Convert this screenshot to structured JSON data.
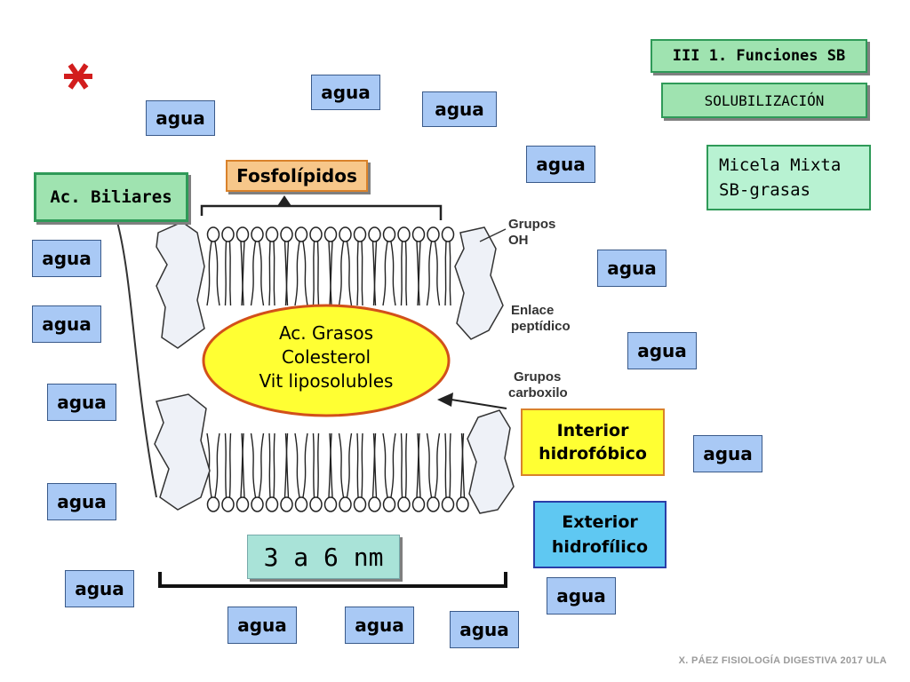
{
  "header": {
    "section_title": "III 1. Funciones SB",
    "subtitle": "SOLUBILIZACIÓN",
    "star_symbol": "*"
  },
  "micelle_title": {
    "line1": "Micela Mixta",
    "line2": "SB-grasas"
  },
  "labels": {
    "bile_acids": "Ac. Biliares",
    "phospholipids": "Fosfolípidos",
    "groups_oh": {
      "line1": "Grupos",
      "line2": "OH"
    },
    "peptide_bond": {
      "line1": "Enlace",
      "line2": "peptídico"
    },
    "carboxyl_groups": {
      "line1": "Grupos",
      "line2": "carboxilo"
    },
    "hydrophobic_interior": {
      "line1": "Interior",
      "line2": "hidrofóbico"
    },
    "hydrophilic_exterior": {
      "line1": "Exterior",
      "line2": "hidrofílico"
    },
    "core_contents": [
      "Ac. Grasos",
      "Colesterol",
      "Vit liposolubles"
    ],
    "size": "3 a 6 nm"
  },
  "water_label": "agua",
  "footer": "X. PÁEZ   FISIOLOGÍA DIGESTIVA 2017 ULA",
  "colors": {
    "water_fill": "#a9c9f5",
    "green_fill": "#9fe3b0",
    "green_border": "#2f9a58",
    "orange_fill": "#f7c78a",
    "orange_border": "#d9822b",
    "yellow_fill": "#ffff33",
    "blue_fill": "#5fc8f2",
    "blue_border": "#2a3ea8",
    "star": "#d21d1d"
  }
}
